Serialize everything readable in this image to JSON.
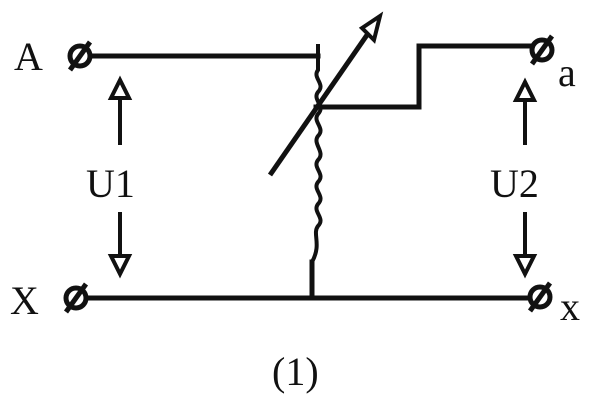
{
  "diagram": {
    "terminals": {
      "input_top": "A",
      "input_bottom": "X",
      "output_top": "a",
      "output_bottom": "x"
    },
    "voltages": {
      "input": "U1",
      "output": "U2"
    },
    "caption": "(1)",
    "colors": {
      "line": "#111111",
      "background": "#ffffff"
    }
  }
}
